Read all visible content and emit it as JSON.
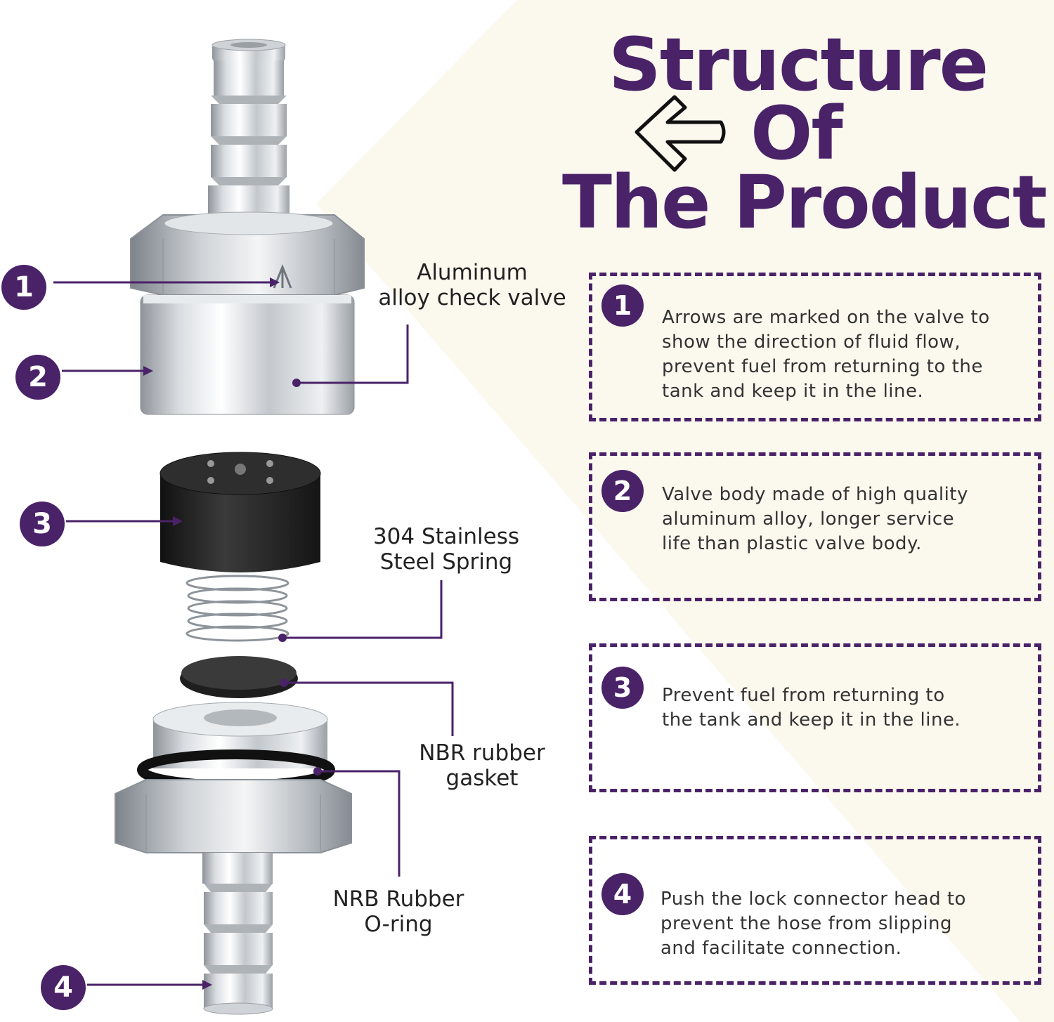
{
  "title": {
    "line1": "Structure",
    "line2": "Of",
    "line3": "The Product"
  },
  "parts": [
    {
      "label_lines": [
        "Aluminum",
        "alloy check valve"
      ]
    },
    {
      "label_lines": [
        "304 Stainless",
        "Steel Spring"
      ]
    },
    {
      "label_lines": [
        "NBR rubber",
        "gasket"
      ]
    },
    {
      "label_lines": [
        "NRB Rubber",
        "O-ring"
      ]
    }
  ],
  "callouts": [
    {
      "number": "1"
    },
    {
      "number": "2"
    },
    {
      "number": "3"
    },
    {
      "number": "4"
    }
  ],
  "features": [
    {
      "number": "1",
      "lines": [
        "Arrows are marked on the valve to",
        "show the direction of fluid flow,",
        "prevent fuel from returning to the",
        "tank and keep it in the line."
      ]
    },
    {
      "number": "2",
      "lines": [
        "Valve body made of high quality",
        "aluminum alloy, longer service",
        "life than plastic valve body."
      ]
    },
    {
      "number": "3",
      "lines": [
        "Prevent fuel from returning to",
        "the tank and keep it in the line."
      ]
    },
    {
      "number": "4",
      "lines": [
        "Push the lock connector head to",
        "prevent the hose from slipping",
        "and facilitate connection."
      ]
    }
  ],
  "colors": {
    "accent": "#4a2268",
    "background_panel": "#fbf8ee",
    "text": "#333333"
  },
  "icons": [
    "arrow-left-outline-icon"
  ]
}
